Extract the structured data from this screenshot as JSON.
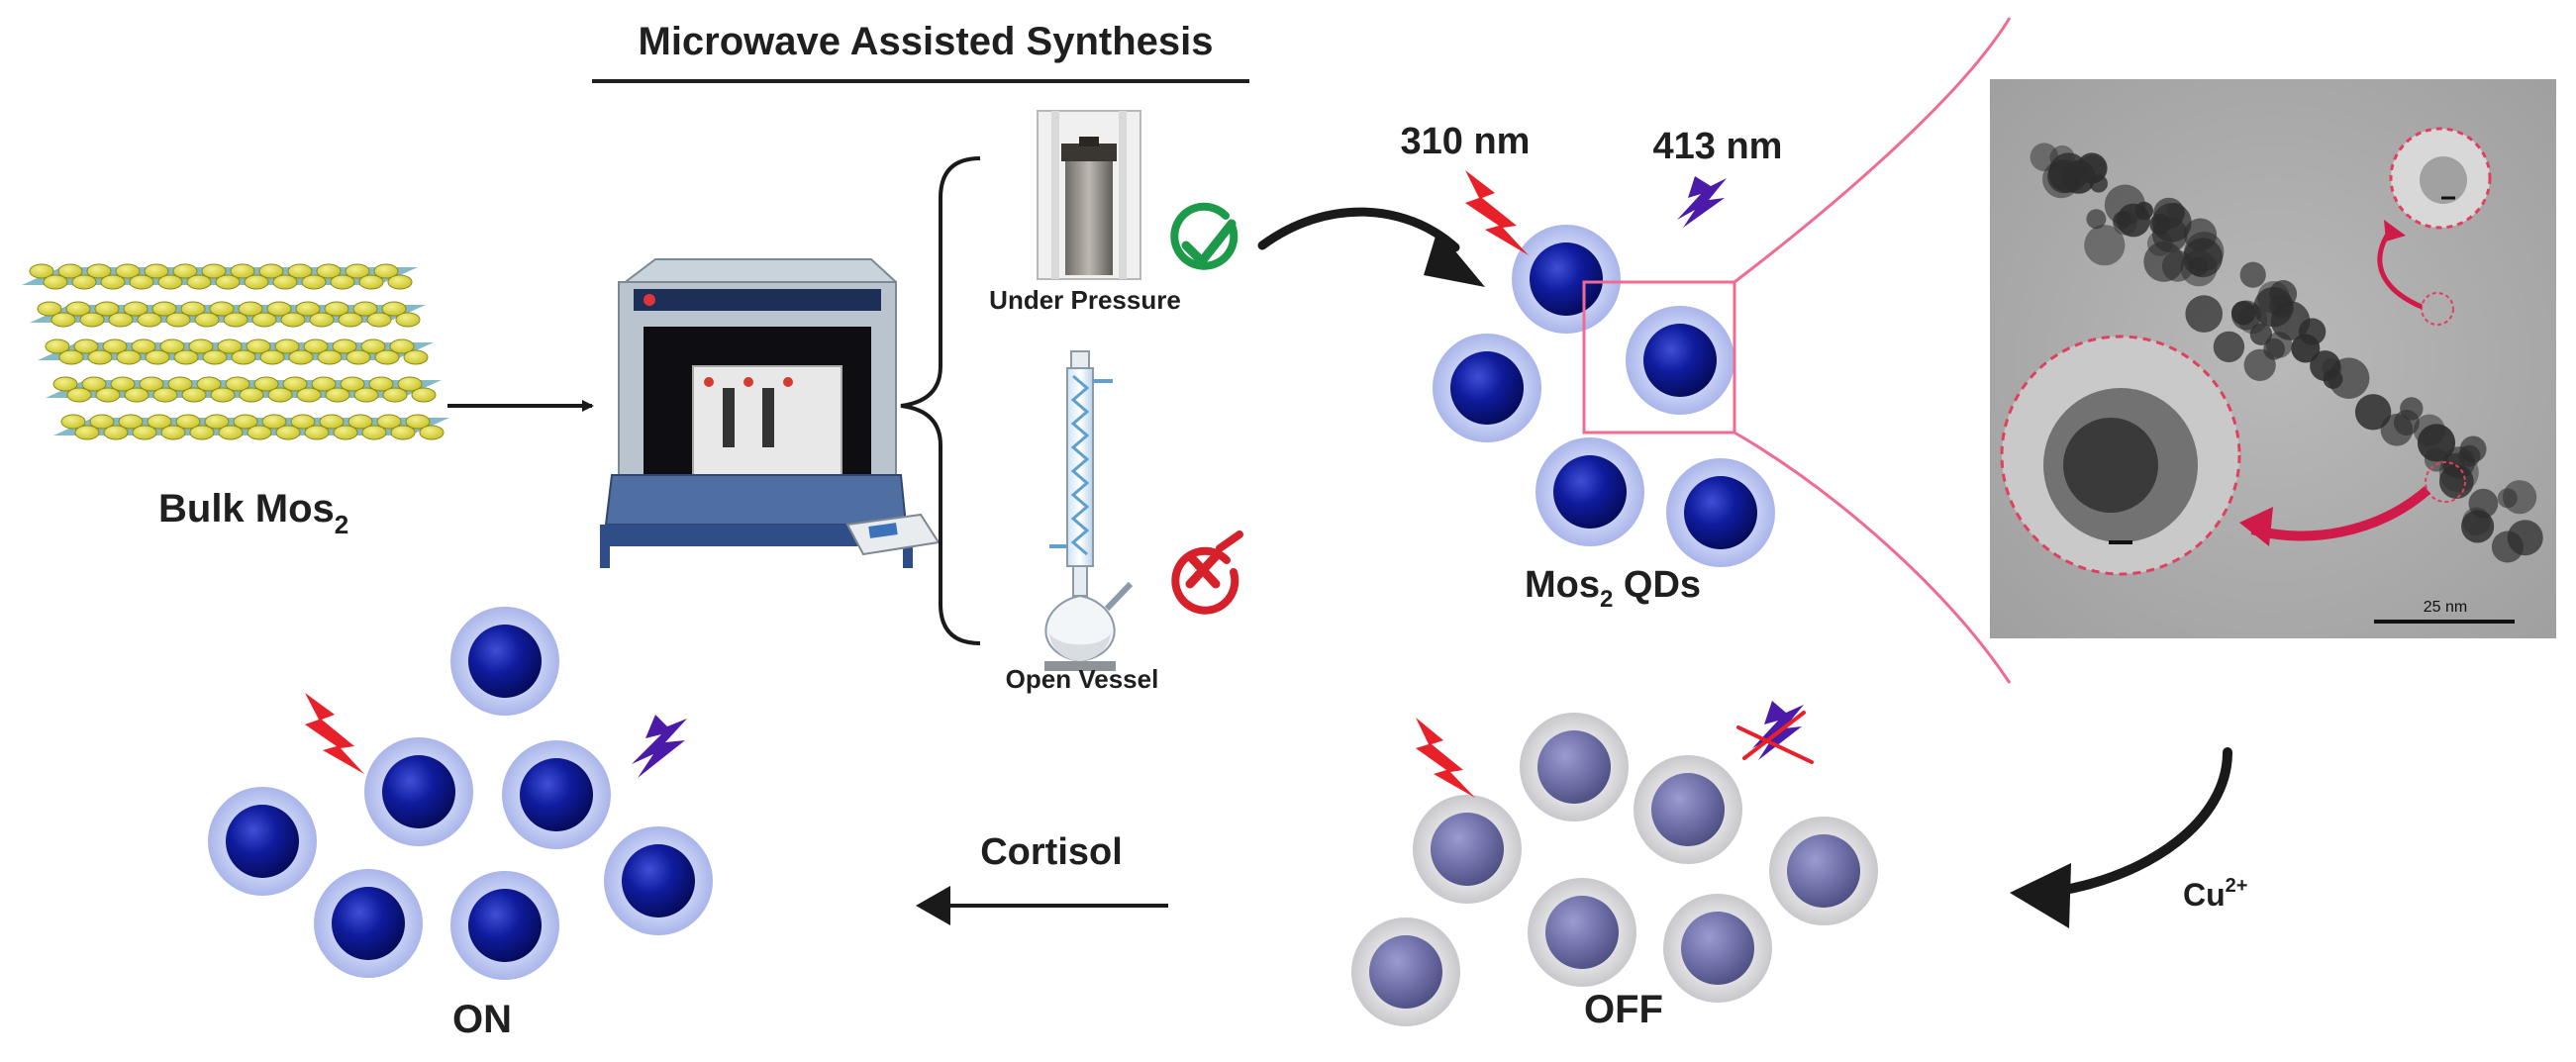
{
  "title": "Microwave Assisted Synthesis",
  "labels": {
    "bulk": "Bulk Mos",
    "bulk_sub": "2",
    "under_pressure": "Under Pressure",
    "open_vessel": "Open Vessel",
    "wl_excite": "310 nm",
    "wl_emit": "413 nm",
    "qds_prefix": "Mos",
    "qds_sub": "2",
    "qds_suffix": " QDs",
    "scale_bar": "25 nm",
    "cu": "Cu",
    "cu_sup": "2+",
    "cortisol": "Cortisol",
    "on": "ON",
    "off": "OFF"
  },
  "colors": {
    "qd_core": "#0c1790",
    "qd_halo": "#b9c3ef",
    "qd_off_core": "#6d6ea4",
    "qd_off_halo": "#d3d3d6",
    "excite_bolt": "#e8202a",
    "emit_bolt": "#4b1aa8",
    "zoom_lines": "#f06b92",
    "check": "#1c9a4a",
    "cross": "#d6202a",
    "arrow": "#1a1a1a"
  },
  "icons": [
    "check-icon",
    "cross-icon",
    "lightning-icon",
    "emission-icon",
    "microwave-reactor-icon",
    "pressure-vessel-icon",
    "reflux-condenser-icon",
    "layered-crystal-icon",
    "tem-micrograph-icon"
  ]
}
